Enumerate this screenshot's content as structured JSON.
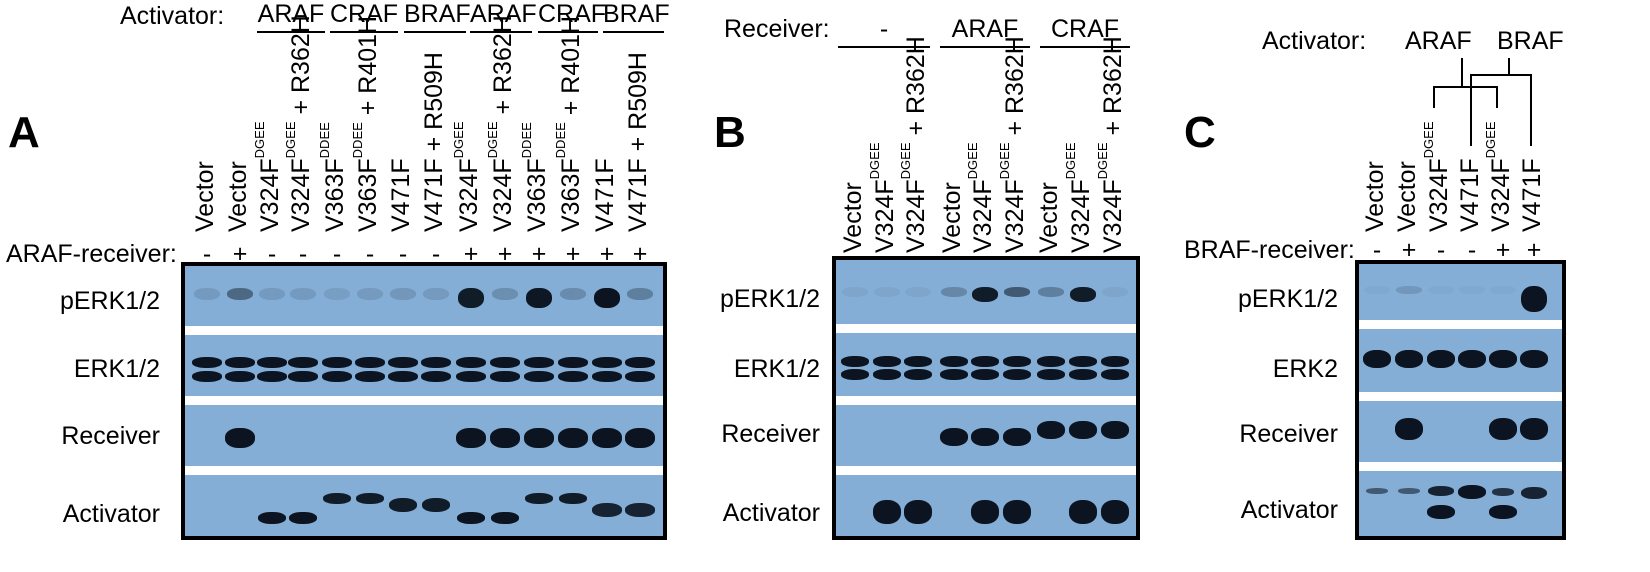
{
  "panels": {
    "A": {
      "letter": "A",
      "header_label": "Activator:",
      "groups": [
        "ARAF",
        "CRAF",
        "BRAF",
        "ARAF",
        "CRAF",
        "BRAF"
      ],
      "lanes": [
        {
          "label": "Vector",
          "sup": "",
          "tail": "",
          "sign": "-"
        },
        {
          "label": "Vector",
          "sup": "",
          "tail": "",
          "sign": "+"
        },
        {
          "label": "V324F",
          "sup": "DGEE",
          "tail": "",
          "sign": "-"
        },
        {
          "label": "V324F",
          "sup": "DGEE",
          "tail": "+ R362H",
          "sign": "-"
        },
        {
          "label": "V363F",
          "sup": "DDEE",
          "tail": "",
          "sign": "-"
        },
        {
          "label": "V363F",
          "sup": "DDEE",
          "tail": "+ R401H",
          "sign": "-"
        },
        {
          "label": "V471F",
          "sup": "",
          "tail": "",
          "sign": "-"
        },
        {
          "label": "V471F",
          "sup": "",
          "tail": "+ R509H",
          "sign": "-"
        },
        {
          "label": "V324F",
          "sup": "DGEE",
          "tail": "",
          "sign": "+"
        },
        {
          "label": "V324F",
          "sup": "DGEE",
          "tail": "+ R362H",
          "sign": "+"
        },
        {
          "label": "V363F",
          "sup": "DDEE",
          "tail": "",
          "sign": "+"
        },
        {
          "label": "V363F",
          "sup": "DDEE",
          "tail": "+ R401H",
          "sign": "+"
        },
        {
          "label": "V471F",
          "sup": "",
          "tail": "",
          "sign": "+"
        },
        {
          "label": "V471F",
          "sup": "",
          "tail": "+ R509H",
          "sign": "+"
        }
      ],
      "receiver_label": "ARAF-receiver:",
      "rows": [
        "pERK1/2",
        "ERK1/2",
        "Receiver",
        "Activator"
      ]
    },
    "B": {
      "letter": "B",
      "header_label": "Receiver:",
      "groups": [
        "-",
        "ARAF",
        "CRAF"
      ],
      "lanes": [
        {
          "label": "Vector",
          "sup": "",
          "tail": ""
        },
        {
          "label": "V324F",
          "sup": "DGEE",
          "tail": ""
        },
        {
          "label": "V324F",
          "sup": "DGEE",
          "tail": "+ R362H"
        },
        {
          "label": "Vector",
          "sup": "",
          "tail": ""
        },
        {
          "label": "V324F",
          "sup": "DGEE",
          "tail": ""
        },
        {
          "label": "V324F",
          "sup": "DGEE",
          "tail": "+ R362H"
        },
        {
          "label": "Vector",
          "sup": "",
          "tail": ""
        },
        {
          "label": "V324F",
          "sup": "DGEE",
          "tail": ""
        },
        {
          "label": "V324F",
          "sup": "DGEE",
          "tail": "+ R362H"
        }
      ],
      "rows": [
        "pERK1/2",
        "ERK1/2",
        "Receiver",
        "Activator"
      ]
    },
    "C": {
      "letter": "C",
      "header_label": "Activator:",
      "groups": [
        "ARAF",
        "BRAF"
      ],
      "lanes": [
        {
          "label": "Vector",
          "sup": "",
          "tail": "",
          "sign": "-"
        },
        {
          "label": "Vector",
          "sup": "",
          "tail": "",
          "sign": "+"
        },
        {
          "label": "V324F",
          "sup": "DGEE",
          "tail": "",
          "sign": "-"
        },
        {
          "label": "V471F",
          "sup": "",
          "tail": "",
          "sign": "-"
        },
        {
          "label": "V324F",
          "sup": "DGEE",
          "tail": "",
          "sign": "+"
        },
        {
          "label": "V471F",
          "sup": "",
          "tail": "",
          "sign": "+"
        }
      ],
      "receiver_label": "BRAF-receiver:",
      "rows": [
        "pERK1/2",
        "ERK2",
        "Receiver",
        "Activator"
      ]
    }
  },
  "colors": {
    "membrane": "#84aed6",
    "band": "#0b1420"
  }
}
